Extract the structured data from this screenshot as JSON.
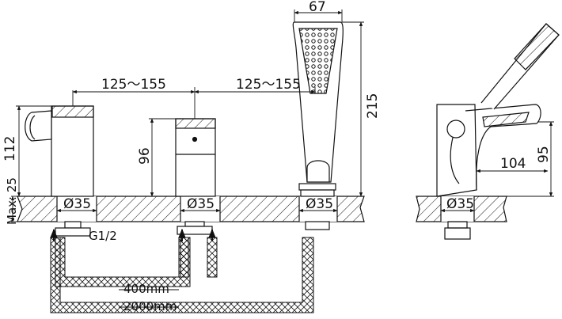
{
  "dimensions": {
    "handshower_width": "67",
    "spacing_left": "125～155",
    "spacing_right": "125～155",
    "handshower_height": "215",
    "spout_height": "112",
    "max_thickness": "Max: 25",
    "valve_height": "96",
    "hole_spout": "Ø35",
    "hole_valve": "Ø35",
    "hole_shower": "Ø35",
    "hole_side": "Ø35",
    "spout_projection": "104",
    "side_height": "95"
  },
  "labels": {
    "thread": "G1/2",
    "hose_short": "400mm",
    "hose_long": "2000mm"
  },
  "colors": {
    "line": "#111111",
    "background": "#ffffff"
  }
}
